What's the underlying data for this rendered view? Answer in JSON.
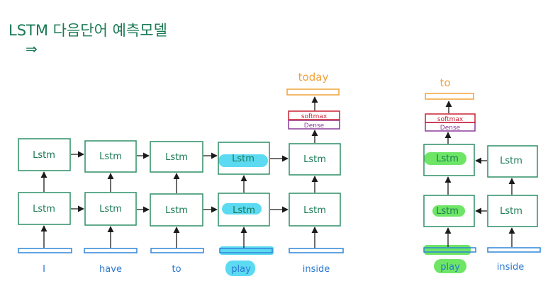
{
  "title": "LSTM 다음단어 예측모델",
  "arrow_mark": "⇒",
  "cell_label": "Lstm",
  "softmax_label": "softmax",
  "dense_label": "Dense",
  "left_diagram": {
    "inputs": [
      "I",
      "have",
      "to",
      "play",
      "inside"
    ],
    "output": "today"
  },
  "right_diagram": {
    "inputs": [
      "play",
      "inside"
    ],
    "output": "to"
  },
  "colors": {
    "ink_green": "#1a7a55",
    "box_green": "#2d8f66",
    "input_blue": "#2f86d8",
    "word_blue": "#2a78d0",
    "output_orange": "#f0a23a",
    "softmax_red": "#cc2233",
    "dense_purple": "#8a3a9a",
    "highlight_cyan": "#3fd3f0",
    "highlight_green": "#55e04a"
  }
}
